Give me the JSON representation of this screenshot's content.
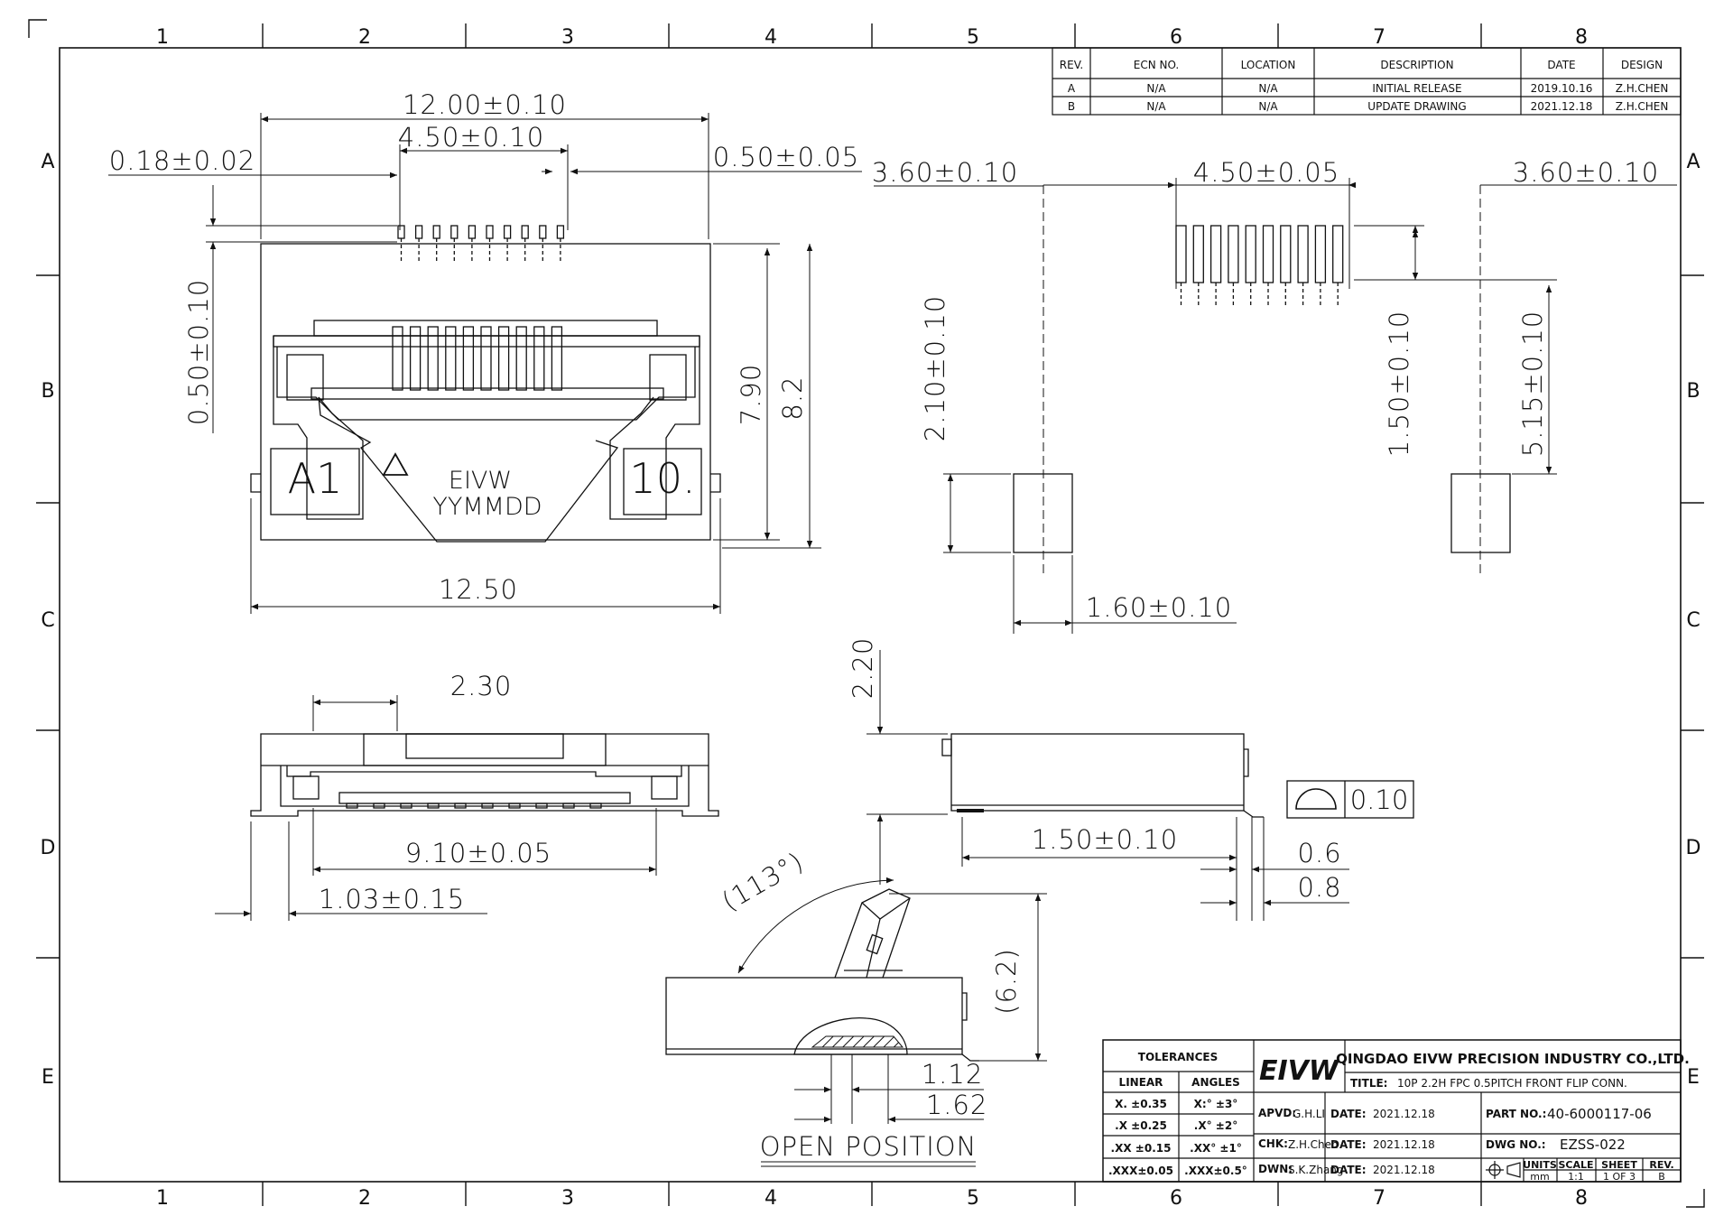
{
  "zones": {
    "cols": [
      "1",
      "2",
      "3",
      "4",
      "5",
      "6",
      "7",
      "8"
    ],
    "rows": [
      "A",
      "B",
      "C",
      "D",
      "E"
    ]
  },
  "revision_table": {
    "headers": [
      "REV.",
      "ECN NO.",
      "LOCATION",
      "DESCRIPTION",
      "DATE",
      "DESIGN"
    ],
    "rows": [
      [
        "A",
        "N/A",
        "N/A",
        "INITIAL RELEASE",
        "2019.10.16",
        "Z.H.CHEN"
      ],
      [
        "B",
        "N/A",
        "N/A",
        "UPDATE DRAWING",
        "2021.12.18",
        "Z.H.CHEN"
      ]
    ]
  },
  "top_view": {
    "marking_a1": "A1",
    "marking_10": "10.",
    "brand_mark": "EIVW",
    "date_mark": "YYMMDD",
    "dims": {
      "overall_width": "12.00±0.10",
      "pin_span": "4.50±0.10",
      "pin_width": "0.18±0.02",
      "pin_pitch": "0.50±0.05",
      "pin_length": "0.50±0.10",
      "body_depth": "7.90",
      "total_depth": "8.2",
      "body_width": "12.50"
    }
  },
  "footprint": {
    "dims": {
      "left_offset": "3.60±0.10",
      "pad_span": "4.50±0.05",
      "right_offset": "3.60±0.10",
      "pad_to_tab": "2.10±0.10",
      "pad_length": "1.50±0.10",
      "tab_offset": "5.15±0.10",
      "tab_width": "1.60±0.10"
    }
  },
  "front_view": {
    "dims": {
      "actuator": "2.30",
      "inner_width": "9.10±0.05",
      "lead_offset": "1.03±0.15"
    }
  },
  "side_view": {
    "dims": {
      "height": "2.20",
      "tab_len": "1.50±0.10",
      "lead_a": "0.6",
      "lead_b": "0.8"
    },
    "flatness_value": "0.10"
  },
  "open_view": {
    "caption": "OPEN POSITION",
    "dims": {
      "angle": "(113°)",
      "height": "(6.2)",
      "d1": "1.12",
      "d2": "1.62"
    }
  },
  "title_block": {
    "tolerances_header": "TOLERANCES",
    "linear_header": "LINEAR",
    "angles_header": "ANGLES",
    "linear": [
      "X.  ±0.35",
      ".X  ±0.25",
      ".XX ±0.15",
      ".XXX±0.05"
    ],
    "angles": [
      "X:°  ±3°",
      ".X°  ±2°",
      ".XX° ±1°",
      ".XXX±0.5°"
    ],
    "logo": "EIVW",
    "company": "QINGDAO EIVW PRECISION INDUSTRY CO.,LTD.",
    "title_label": "TITLE:",
    "title": "10P 2.2H FPC 0.5PITCH FRONT FLIP CONN.",
    "apvd_label": "APVD:",
    "apvd": "G.H.LI",
    "chk_label": "CHK:",
    "chk": "Z.H.Chen",
    "dwn_label": "DWN:",
    "dwn": "S.K.Zhang",
    "date_label": "DATE:",
    "date": "2021.12.18",
    "part_label": "PART NO.:",
    "part_no": "40-6000117-06",
    "dwg_label": "DWG NO.:",
    "dwg_no": "EZSS-022",
    "units_label": "UNITS",
    "units": "mm",
    "scale_label": "SCALE",
    "scale": "1:1",
    "sheet_label": "SHEET",
    "sheet": "1 OF 3",
    "rev_label": "REV.",
    "rev": "B"
  }
}
